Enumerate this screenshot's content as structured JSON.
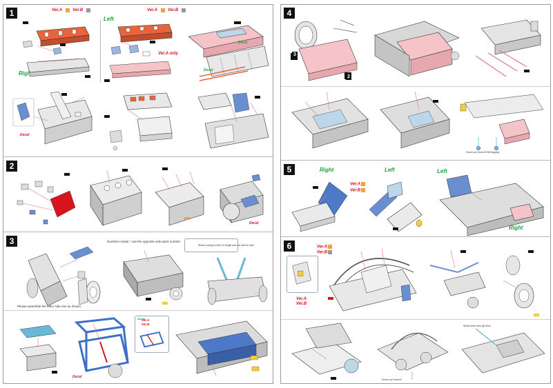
{
  "steps": {
    "s1": "1",
    "s2": "2",
    "s3": "3",
    "s4": "4",
    "s5": "5",
    "s6": "6"
  },
  "labels": {
    "left": "Left",
    "right": "Right",
    "ver_a": "Ver.A",
    "ver_b": "Ver.B",
    "ver_a_only": "Ver.A only",
    "decal": "Decal"
  },
  "notes": {
    "step3_note1": "Numbers inside □ are the opposite side parts number.",
    "step3_note2": "Please assemble the other side one as shown.",
    "step3_note3": "Stretch spring to 9mm in length and cut half for each.",
    "step4_screw": "Screw: φ1.4mm×5 Self-tapping",
    "step6_screw": "Screw: φ1.4mm×5",
    "step6_wire": "Nickel silver wire φ0.3mm"
  },
  "colors": {
    "red": "#d8141c",
    "green": "#1fa23a",
    "orange": "#e8643c",
    "pink": "#f4c4c8",
    "blue": "#6a8fd0",
    "lightblue": "#bcd6ea",
    "yellow": "#f2cf3a",
    "gray": "#d9d9d9",
    "line": "#333333"
  }
}
